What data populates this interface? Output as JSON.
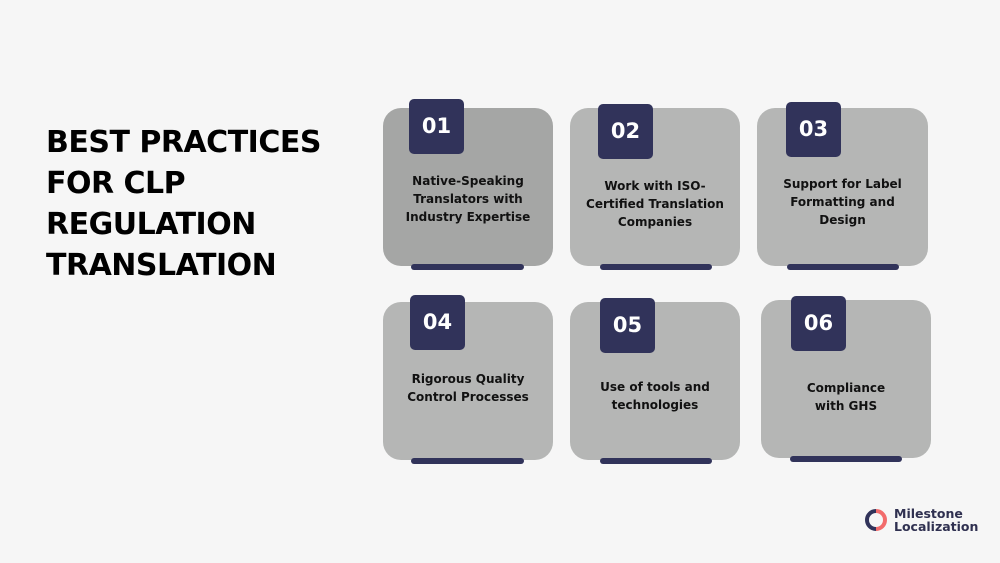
{
  "title": {
    "lines": [
      "BEST PRACTICES",
      "FOR CLP",
      "REGULATION",
      "TRANSLATION"
    ]
  },
  "cards": [
    {
      "number": "01",
      "text": "Native-Speaking Translators with Industry Expertise"
    },
    {
      "number": "02",
      "text": "Work with ISO-Certified Translation Companies"
    },
    {
      "number": "03",
      "text": "Support for Label Formatting and Design"
    },
    {
      "number": "04",
      "text": "Rigorous Quality Control Processes"
    },
    {
      "number": "05",
      "text": "Use of tools and technologies"
    },
    {
      "number": "06",
      "text": "Compliance with GHS"
    }
  ],
  "logo": {
    "line1": "Milestone",
    "line2": "Localization",
    "icon": "ring-logo-icon"
  },
  "colors": {
    "background": "#f6f6f6",
    "card": "#b5b6b5",
    "card_active": "#a5a6a5",
    "accent_navy": "#31335a",
    "logo_coral": "#f26b6b"
  }
}
